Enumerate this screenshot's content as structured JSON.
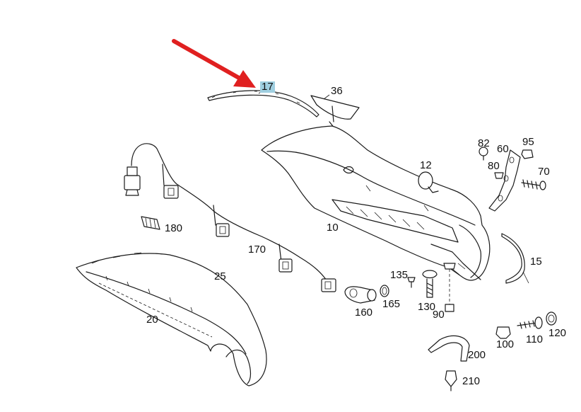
{
  "diagram": {
    "callouts": [
      {
        "id": "c17",
        "text": "17",
        "highlight": true
      },
      {
        "id": "c36",
        "text": "36"
      },
      {
        "id": "c12",
        "text": "12"
      },
      {
        "id": "c82",
        "text": "82"
      },
      {
        "id": "c60",
        "text": "60"
      },
      {
        "id": "c95",
        "text": "95"
      },
      {
        "id": "c80",
        "text": "80"
      },
      {
        "id": "c70",
        "text": "70"
      },
      {
        "id": "c180",
        "text": "180"
      },
      {
        "id": "c10",
        "text": "10"
      },
      {
        "id": "c170",
        "text": "170"
      },
      {
        "id": "c15",
        "text": "15"
      },
      {
        "id": "c135",
        "text": "135"
      },
      {
        "id": "c25",
        "text": "25"
      },
      {
        "id": "c165",
        "text": "165"
      },
      {
        "id": "c130",
        "text": "130"
      },
      {
        "id": "c160",
        "text": "160"
      },
      {
        "id": "c90",
        "text": "90"
      },
      {
        "id": "c20",
        "text": "20"
      },
      {
        "id": "c100",
        "text": "100"
      },
      {
        "id": "c110",
        "text": "110"
      },
      {
        "id": "c120",
        "text": "120"
      },
      {
        "id": "c200",
        "text": "200"
      },
      {
        "id": "c210",
        "text": "210"
      }
    ],
    "arrow_color": "#e02020",
    "highlight_color": "#9fcfe0"
  }
}
